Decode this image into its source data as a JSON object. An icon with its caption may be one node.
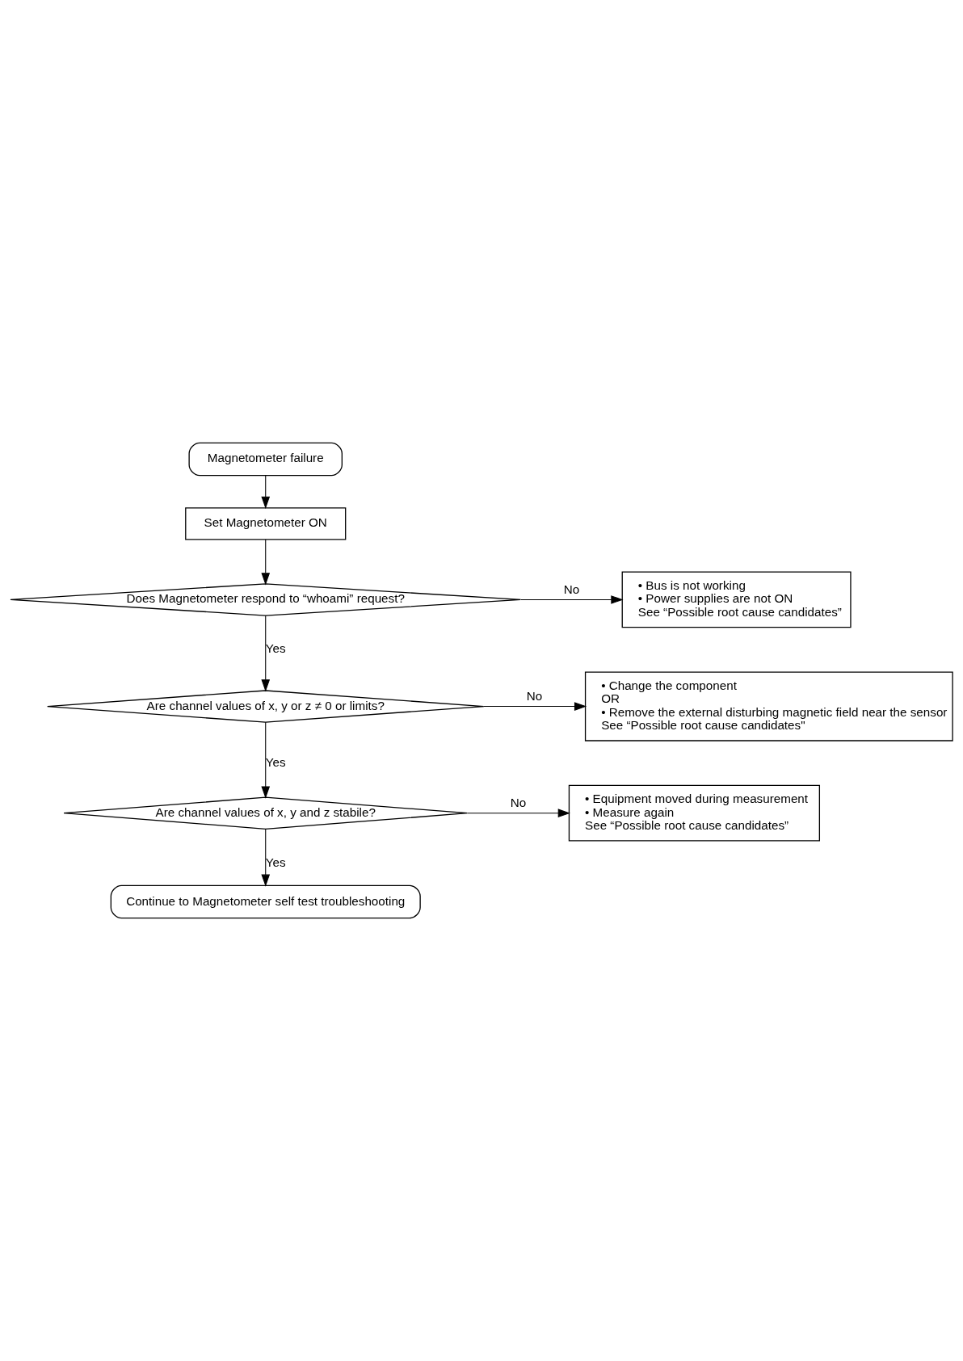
{
  "diagram": {
    "nodes": [
      {
        "text": [
          "Magnetometer failure"
        ]
      },
      {
        "text": [
          "Set Magnetometer ON"
        ]
      },
      {
        "text": [
          "Does Magnetometer respond to “whoami” request?"
        ]
      },
      {
        "text": [
          "• Bus is not working",
          "• Power supplies are not ON",
          "See “Possible root cause candidates”"
        ]
      },
      {
        "text": [
          "Are channel values of x, y or z ≠ 0 or limits?"
        ]
      },
      {
        "text": [
          "• Change the component",
          "OR",
          "• Remove the external disturbing magnetic field near the sensor",
          "See “Possible root cause candidates\""
        ]
      },
      {
        "text": [
          "Are channel values of x, y and z stabile?"
        ]
      },
      {
        "text": [
          "• Equipment moved during measurement",
          "• Measure again",
          "See “Possible root cause candidates”"
        ]
      },
      {
        "text": [
          "Continue to Magnetometer self test troubleshooting"
        ]
      }
    ],
    "edges": [
      {
        "from": 0,
        "to": 1,
        "arrow": "to"
      },
      {
        "from": 1,
        "to": 2,
        "arrow": "to"
      },
      {
        "from": 2,
        "to": 3,
        "arrow": "to",
        "label": "No"
      },
      {
        "from": 2,
        "to": 4,
        "arrow": "to",
        "label": "Yes"
      },
      {
        "from": 4,
        "to": 5,
        "arrow": "to",
        "label": "No"
      },
      {
        "from": 4,
        "to": 6,
        "arrow": "to",
        "label": "Yes"
      },
      {
        "from": 6,
        "to": 7,
        "arrow": "to",
        "label": "No"
      },
      {
        "from": 6,
        "to": 8,
        "arrow": "to",
        "label": "Yes"
      }
    ]
  }
}
